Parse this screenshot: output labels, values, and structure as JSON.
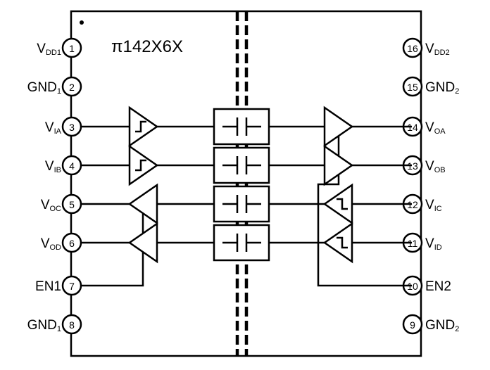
{
  "title": "π142X6X",
  "colors": {
    "line": "#000000",
    "background": "#ffffff"
  },
  "left_pins": [
    {
      "num": "1",
      "main": "V",
      "sub": "DD1"
    },
    {
      "num": "2",
      "main": "GND",
      "sub": "1"
    },
    {
      "num": "3",
      "main": "V",
      "sub": "IA"
    },
    {
      "num": "4",
      "main": "V",
      "sub": "IB"
    },
    {
      "num": "5",
      "main": "V",
      "sub": "OC"
    },
    {
      "num": "6",
      "main": "V",
      "sub": "OD"
    },
    {
      "num": "7",
      "main": "EN1",
      "sub": ""
    },
    {
      "num": "8",
      "main": "GND",
      "sub": "1"
    }
  ],
  "right_pins": [
    {
      "num": "16",
      "main": "V",
      "sub": "DD2"
    },
    {
      "num": "15",
      "main": "GND",
      "sub": "2"
    },
    {
      "num": "14",
      "main": "V",
      "sub": "OA"
    },
    {
      "num": "13",
      "main": "V",
      "sub": "OB"
    },
    {
      "num": "12",
      "main": "V",
      "sub": "IC"
    },
    {
      "num": "11",
      "main": "V",
      "sub": "ID"
    },
    {
      "num": "10",
      "main": "EN2",
      "sub": ""
    },
    {
      "num": "9",
      "main": "GND",
      "sub": "2"
    }
  ]
}
